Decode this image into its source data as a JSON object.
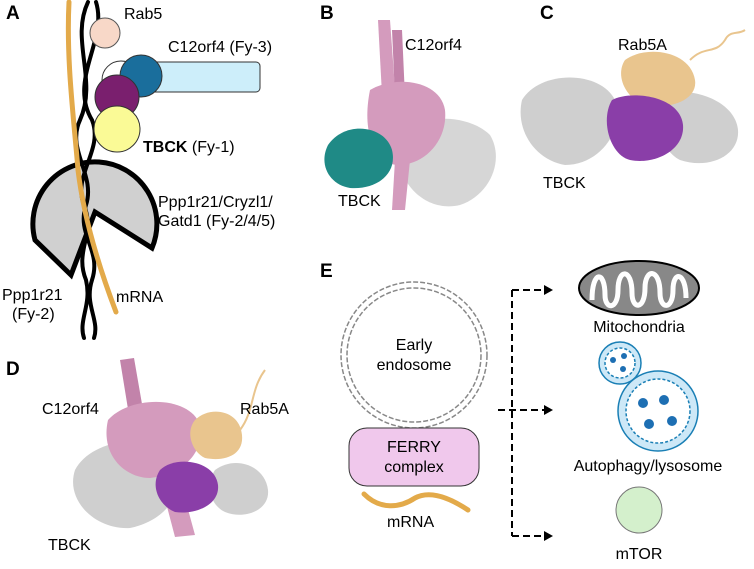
{
  "panels": {
    "a": {
      "letter": "A",
      "rab5": "Rab5",
      "c12orf4": "C12orf4 (Fy-3)",
      "tbck_bold": "TBCK",
      "tbck_rest": " (Fy-1)",
      "ppp_line1": "Ppp1r21/Cryzl1/",
      "ppp_line2": "Gatd1 (Fy-2/4/5)",
      "ppp_left_line1": "Ppp1r21",
      "ppp_left_line2": "(Fy-2)",
      "mrna": "mRNA"
    },
    "b": {
      "letter": "B",
      "c12orf4": "C12orf4",
      "tbck": "TBCK"
    },
    "c": {
      "letter": "C",
      "rab5a": "Rab5A",
      "tbck": "TBCK"
    },
    "d": {
      "letter": "D",
      "c12orf4": "C12orf4",
      "rab5a": "Rab5A",
      "tbck": "TBCK"
    },
    "e": {
      "letter": "E",
      "early_line1": "Early",
      "early_line2": "endosome",
      "ferry_line1": "FERRY",
      "ferry_line2": "complex",
      "mrna": "mRNA",
      "mito": "Mitochondria",
      "autophagy": "Autophagy/lysosome",
      "mtor": "mTOR"
    }
  },
  "colors": {
    "mrna": "#e3aa4a",
    "rab5": "#f8d8c8",
    "c12orf4_blue": "#1a6e9c",
    "c12orf4_light": "#cdeefa",
    "purple": "#7a1f6e",
    "tbck_yellow": "#fafa96",
    "ppp_gray": "#d0d0d0",
    "ferry_pink": "#f0c8ec",
    "mtor_green": "#d4f0cc",
    "lyso_blue": "#cde8f7",
    "dots": "#1d6fb3",
    "struct_pink": "#d49bbd",
    "struct_teal": "#1f8a86",
    "struct_tan": "#e9c58e",
    "struct_purple": "#8a3ea8",
    "struct_gray": "#cfcfcf"
  }
}
